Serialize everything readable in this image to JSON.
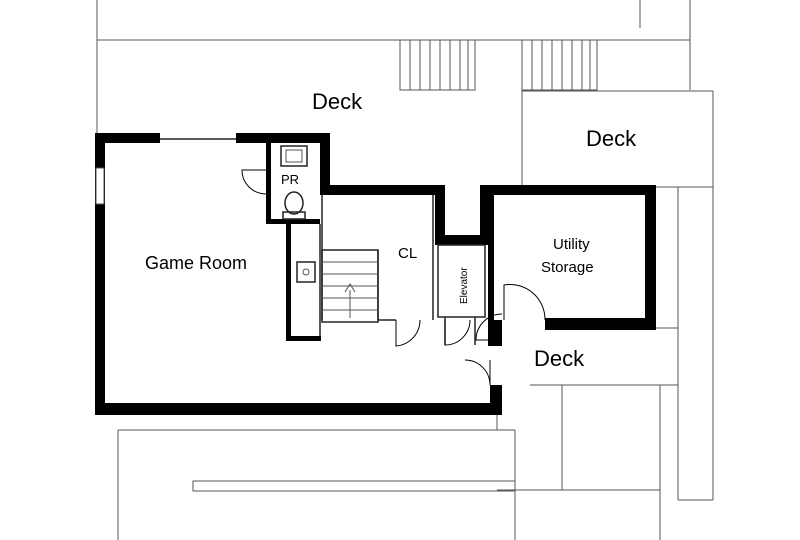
{
  "labels": {
    "deck_top": "Deck",
    "deck_right": "Deck",
    "deck_bottom": "Deck",
    "game_room": "Game Room",
    "powder_room": "PR",
    "closet": "CL",
    "elevator": "Elevator",
    "utility_line1": "Utility",
    "utility_line2": "Storage"
  },
  "colors": {
    "wall": "#000000",
    "line": "#555555",
    "background": "#ffffff"
  }
}
